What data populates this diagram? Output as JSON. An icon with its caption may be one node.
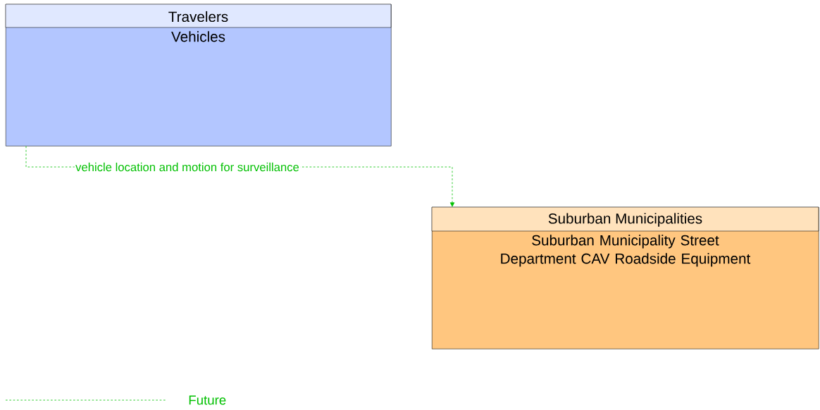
{
  "diagram": {
    "nodes": [
      {
        "text": [
          "Travelers",
          "Vehicles"
        ]
      },
      {
        "text": [
          "Suburban Municipalities",
          "Suburban Municipality Street Department CAV Roadside Equipment"
        ]
      }
    ],
    "edges": [
      {
        "from": 0,
        "to": 1,
        "arrow": "to",
        "label": "vehicle location and motion for surveillance",
        "style": "dashed",
        "color": "#00c000"
      }
    ],
    "legend": [
      {
        "text": "Future"
      }
    ]
  }
}
